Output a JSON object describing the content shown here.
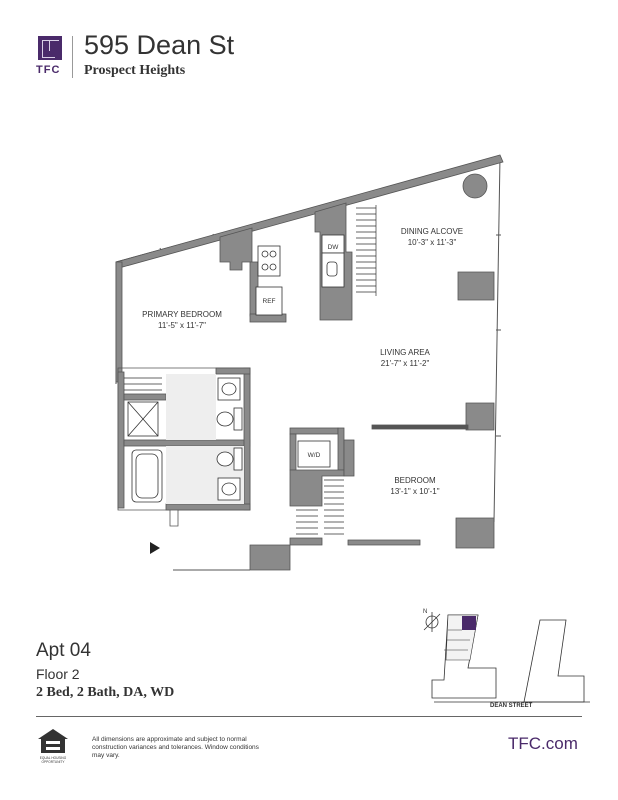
{
  "header": {
    "logo_text": "TFC",
    "address": "595 Dean St",
    "neighborhood": "Prospect Heights"
  },
  "rooms": {
    "dining": {
      "name": "DINING ALCOVE",
      "dims": "10'-3\" x 11'-3\""
    },
    "primary_bedroom": {
      "name": "PRIMARY BEDROOM",
      "dims": "11'-5\" x 11'-7\""
    },
    "living": {
      "name": "LIVING AREA",
      "dims": "21'-7\" x 11'-2\""
    },
    "bedroom": {
      "name": "BEDROOM",
      "dims": "13'-1\" x 10'-1\""
    }
  },
  "fixtures": {
    "dw": "DW",
    "ref": "REF",
    "wd": "W/D"
  },
  "unit": {
    "apt": "Apt 04",
    "floor": "Floor 2",
    "details": "2 Bed, 2 Bath, DA, WD"
  },
  "keyplan": {
    "north_label": "N",
    "street": "DEAN STREET",
    "highlight_color": "#4a2a6a"
  },
  "footer": {
    "eho_text": "EQUAL HOUSING OPPORTUNITY",
    "disclaimer": "All dimensions are approximate and subject to normal construction variances and tolerances. Window conditions may vary.",
    "site": "TFC.com"
  },
  "colors": {
    "wall": "#8a8a8a",
    "brand": "#4a2a6a"
  }
}
